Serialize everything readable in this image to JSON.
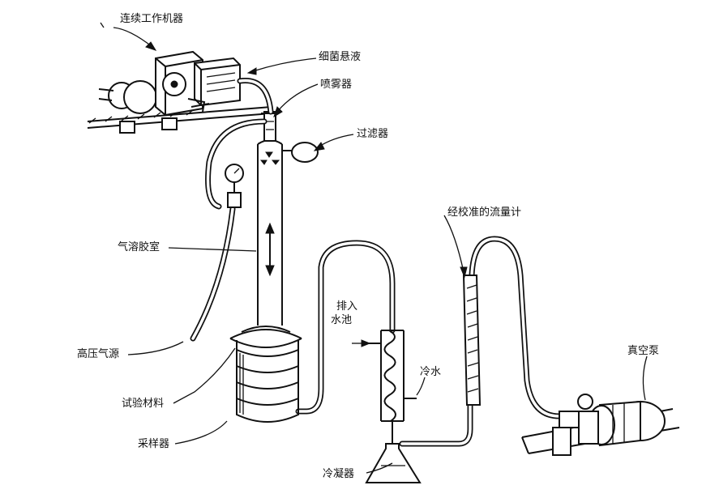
{
  "labels": {
    "continuous_machine": "连续工作机器",
    "bacteria_suspension": "细菌悬液",
    "sprayer": "喷雾器",
    "filter": "过滤器",
    "aerosol_chamber": "气溶胶室",
    "high_pressure_gas": "高压气源",
    "test_material": "试验材料",
    "sampler": "采样器",
    "drain_to_pool_line1": "排入",
    "drain_to_pool_line2": "水池",
    "cold_water": "冷水",
    "condenser": "冷凝器",
    "flowmeter": "经校准的流量计",
    "vacuum_pump": "真空泵"
  }
}
